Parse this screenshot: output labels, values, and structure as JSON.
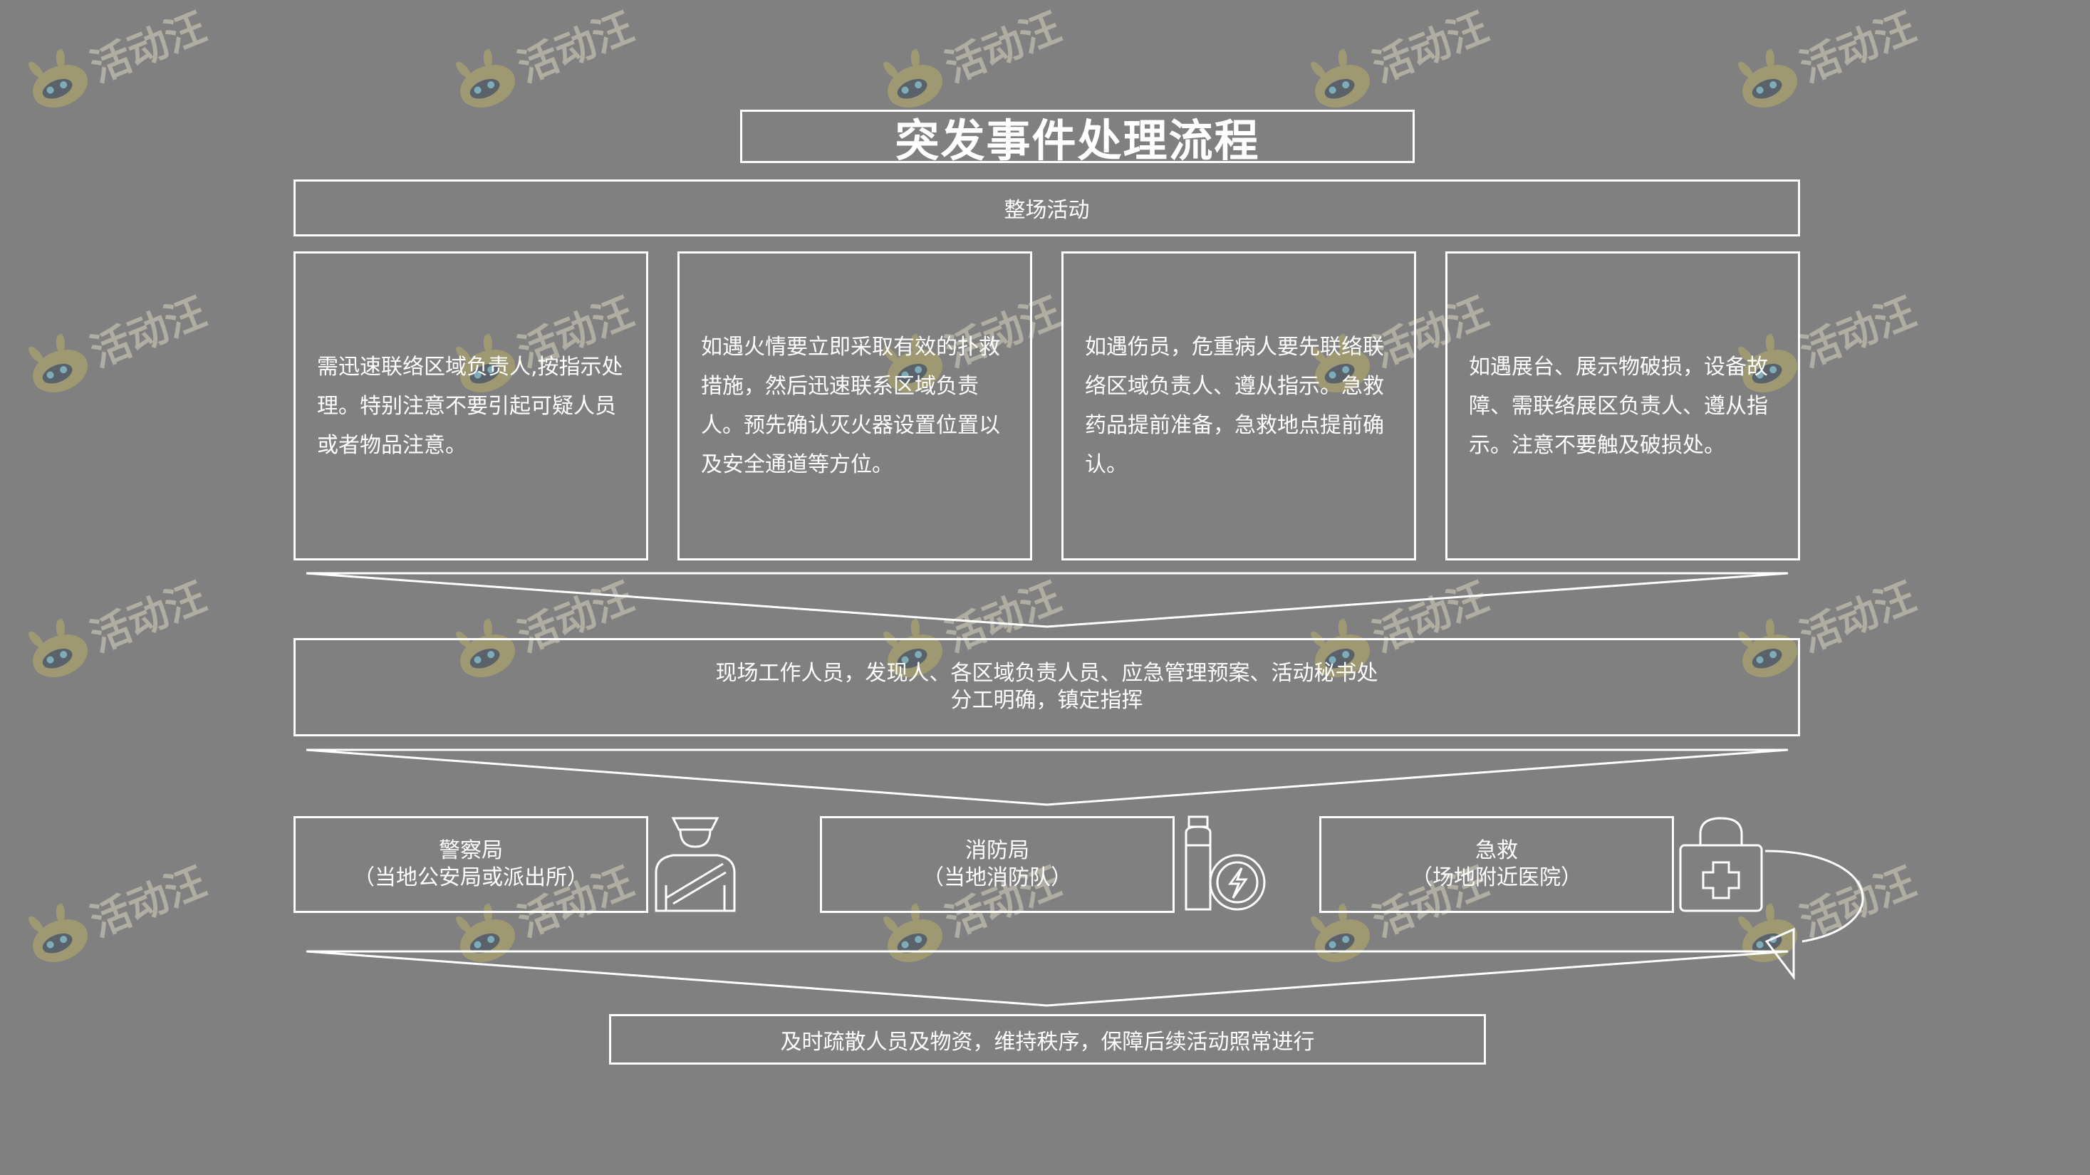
{
  "title": "突发事件处理流程",
  "header": "整场活动",
  "cards": [
    "需迅速联络区域负责人,按指示处理。特别注意不要引起可疑人员或者物品注意。",
    "如遇火情要立即采取有效的扑救措施，然后迅速联系区域负责人。预先确认灭火器设置位置以及安全通道等方位。",
    "如遇伤员，危重病人要先联络联络区域负责人、遵从指示。急救药品提前准备，急救地点提前确认。",
    "如遇展台、展示物破损，设备故障、需联络展区负责人、遵从指示。注意不要触及破损处。"
  ],
  "middle": {
    "line1": "现场工作人员，发现人、各区域负责人员、应急管理预案、活动秘书处",
    "line2": "分工明确，镇定指挥"
  },
  "services": [
    {
      "name": "警察局",
      "detail": "（当地公安局或派出所）",
      "icon": "police-officer-icon"
    },
    {
      "name": "消防局",
      "detail": "（当地消防队）",
      "icon": "fire-extinguisher-icon"
    },
    {
      "name": "急救",
      "detail": "（场地附近医院）",
      "icon": "first-aid-kit-icon"
    }
  ],
  "bottom": "及时疏散人员及物资，维持秩序，保障后续活动照常进行",
  "watermark": "活动汪",
  "colors": {
    "background": "#808080",
    "line": "#ffffff",
    "watermark": "#d8d4c0"
  }
}
